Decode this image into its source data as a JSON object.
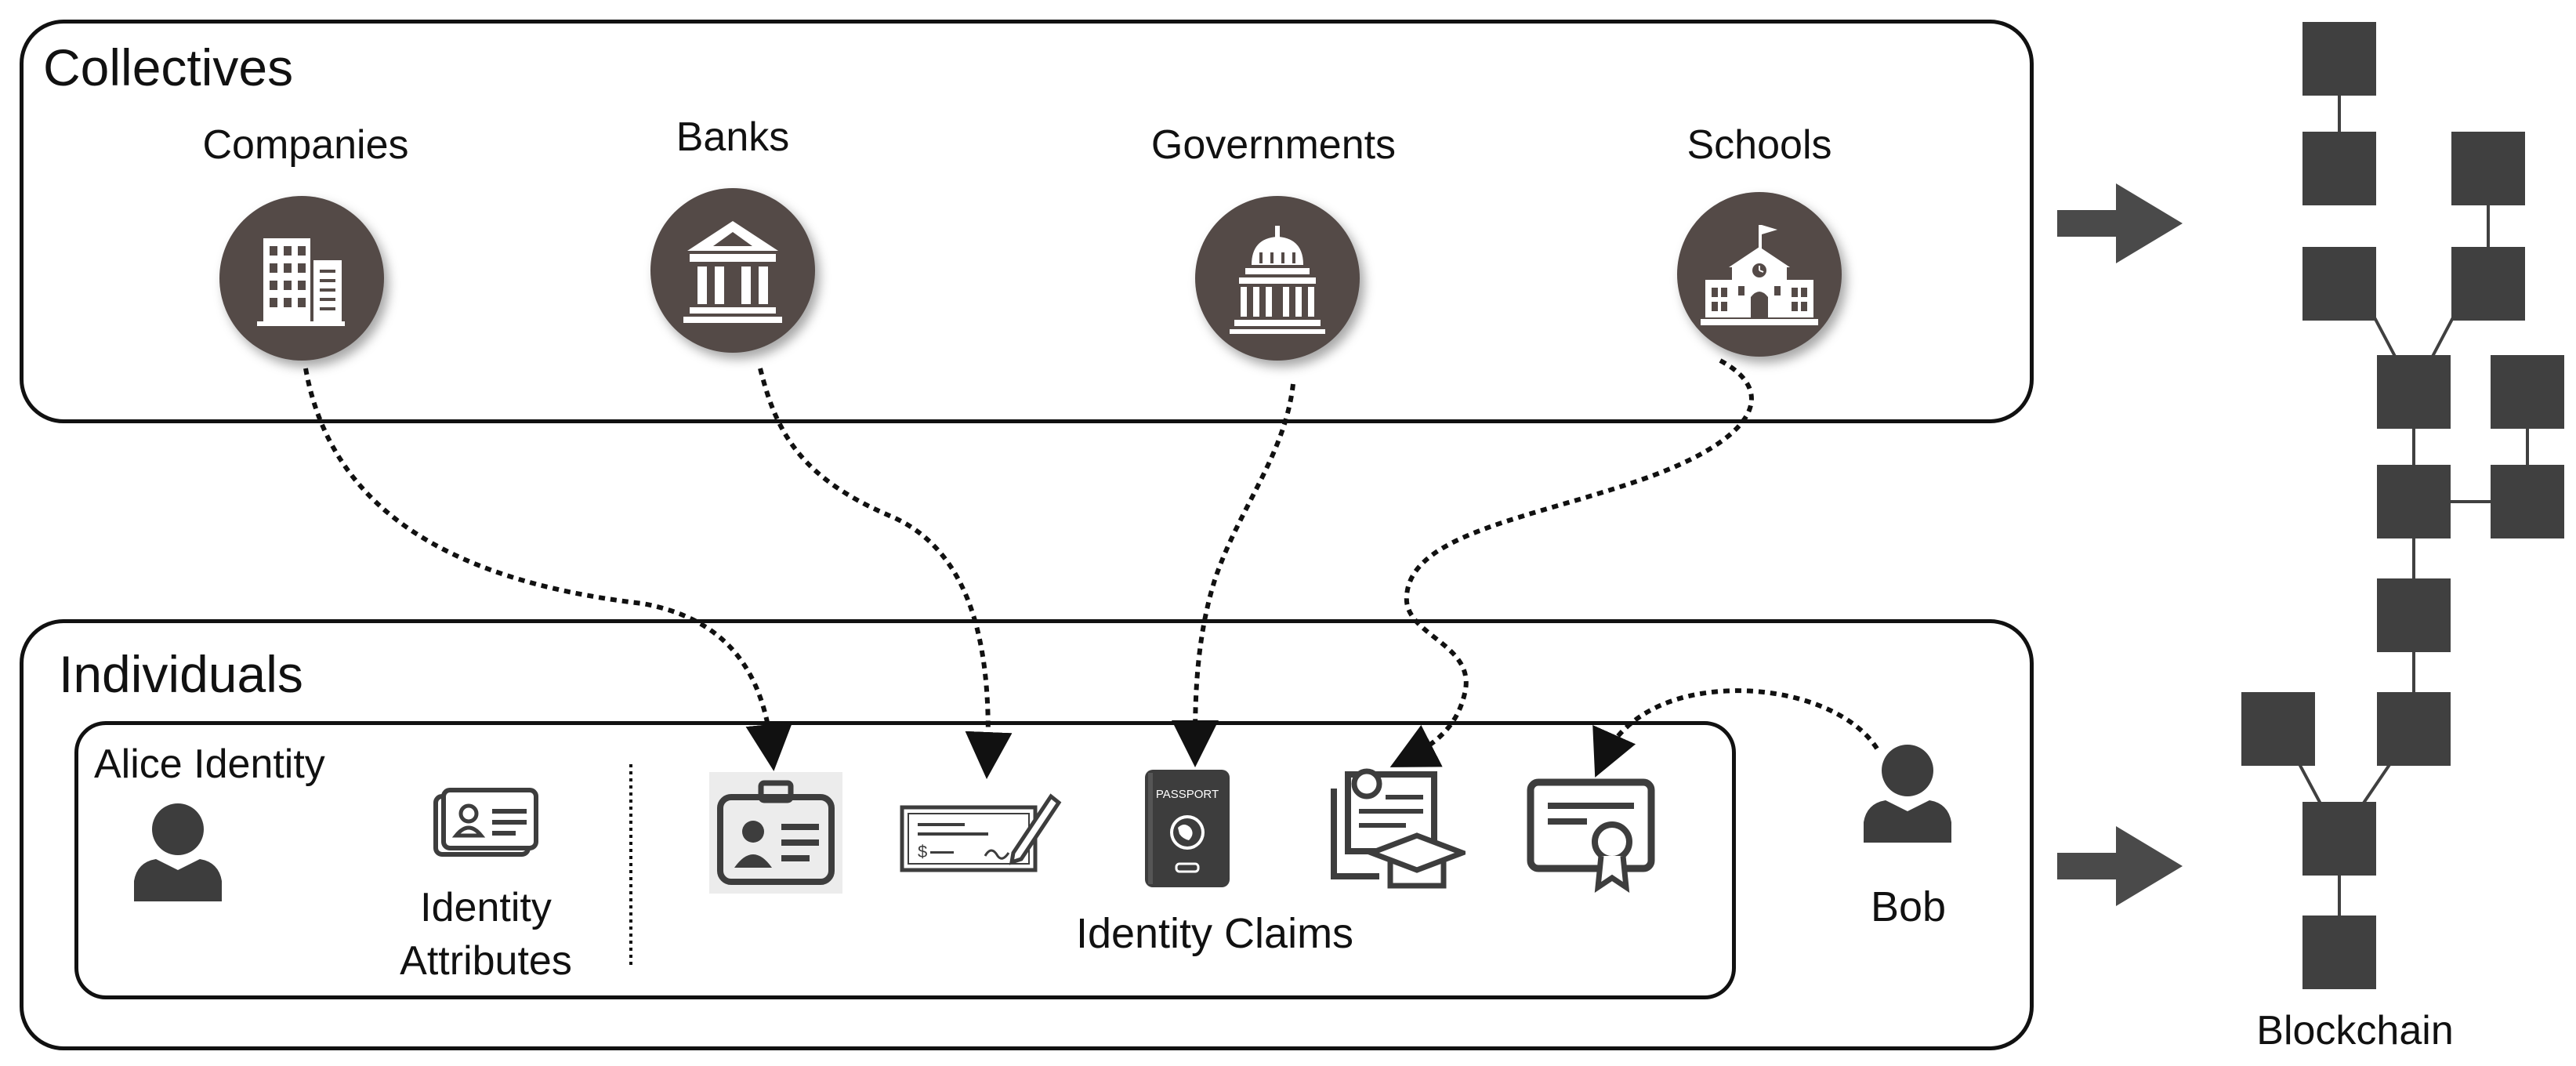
{
  "collectives": {
    "title": "Collectives",
    "items": [
      {
        "label": "Companies",
        "icon": "office-building-icon"
      },
      {
        "label": "Banks",
        "icon": "bank-icon"
      },
      {
        "label": "Governments",
        "icon": "capitol-building-icon"
      },
      {
        "label": "Schools",
        "icon": "school-building-icon"
      }
    ]
  },
  "individuals": {
    "title": "Individuals",
    "alice": {
      "title": "Alice Identity",
      "attributes_line1": "Identity",
      "attributes_line2": "Attributes",
      "claims_label": "Identity Claims",
      "claim_icons": [
        "employee-badge-icon",
        "bank-check-icon",
        "passport-icon",
        "diploma-certificate-icon",
        "award-certificate-icon"
      ]
    },
    "bob": {
      "label": "Bob"
    }
  },
  "passport_text": "PASSPORT",
  "blockchain": {
    "label": "Blockchain"
  },
  "colors": {
    "icon_fill": "#544a47",
    "block_fill": "#404040",
    "stroke": "#111111"
  }
}
